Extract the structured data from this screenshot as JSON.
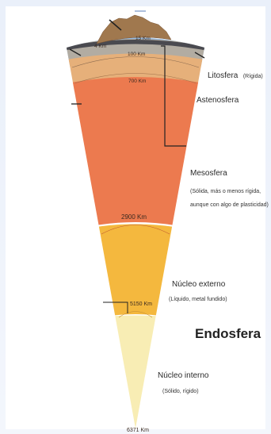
{
  "diagram": {
    "depths": {
      "crust_top": "15 Km",
      "crust": "4 Km",
      "lithosphere": "100 Km",
      "asthenosphere": "700 Km",
      "mesosphere": "2900 Km",
      "outer_core": "5150 Km",
      "center": "6371 Km"
    },
    "layers": {
      "litosfera": {
        "name": "Litosfera",
        "note": "(Rígida)"
      },
      "astenosfera": {
        "name": "Astenosfera"
      },
      "mesosfera": {
        "name": "Mesosfera",
        "note1": "(Sólida, más o menos rígida,",
        "note2": "aunque con algo de plasticidad)"
      },
      "nucleo_externo": {
        "name": "Núcleo externo",
        "note": "(Líquido, metal fundido)"
      },
      "nucleo_interno": {
        "name": "Núcleo interno",
        "note": "(Sólido, rígido)"
      }
    },
    "title": "Endosfera",
    "colors": {
      "crust": "#a0784e",
      "ocean": "#8fb6df",
      "lithosphere": "#b0a89a",
      "asthenosphere": "#e6b07a",
      "mesosphere": "#ec7a4f",
      "outer_core": "#f4b83e",
      "inner_core": "#f7ecb0"
    }
  }
}
